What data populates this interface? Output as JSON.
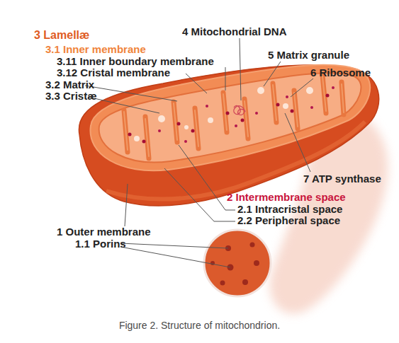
{
  "diagram": {
    "caption": "Figure 2. Structure of mitochondrion.",
    "labels": [
      "3 Lamellæ",
      "3.1 Inner membrane",
      "3.11 Inner boundary membrane",
      "3.12 Cristal membrane",
      "3.2 Matrix",
      "3.3 Cristæ",
      "4 Mitochondrial DNA",
      "5 Matrix granule",
      "6 Ribosome",
      "7 ATP synthase",
      "2 Intermembrane space",
      "2.1 Intracristal space",
      "2.2 Peripheral space",
      "1 Outer membrane",
      "1.1 Porins"
    ]
  }
}
